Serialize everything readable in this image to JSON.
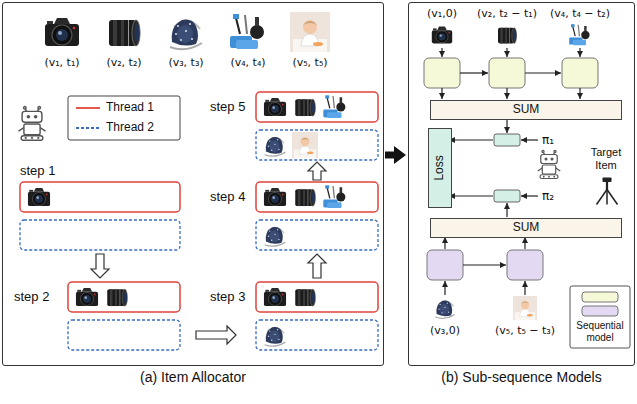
{
  "diagram": {
    "nodes": [
      {
        "text": [
          "(a) Item Allocator"
        ]
      },
      {
        "text": [
          "(b) Sub-sequence Models"
        ]
      },
      {
        "text": [
          "SUM"
        ],
        "in": 1
      },
      {
        "text": [
          "Loss"
        ],
        "in": 1
      },
      {
        "text": [
          "SUM"
        ],
        "in": 1
      }
    ],
    "edges": [
      {
        "from": 0,
        "to": 1,
        "arrow": "to"
      }
    ],
    "labels": [
      "(v₁, t₁)",
      "(v₂, t₂)",
      "(v₃, t₃)",
      "(v₄, t₄)",
      "(v₅, t₅)",
      "step 1",
      "step 2",
      "step 3",
      "step 4",
      "step 5",
      "(v₁,0)",
      "(v₂, t₂ − t₁)",
      "(v₄, t₄ − t₂)",
      "π₁",
      "π₂",
      "Target Item",
      "(v₃,0)",
      "(v₅, t₅ − t₃)"
    ],
    "legend": [
      {
        "text": "Thread 1"
      },
      {
        "text": "Thread 2"
      },
      {
        "text": "Sequential model",
        "color": "#f6f9d8"
      }
    ]
  }
}
